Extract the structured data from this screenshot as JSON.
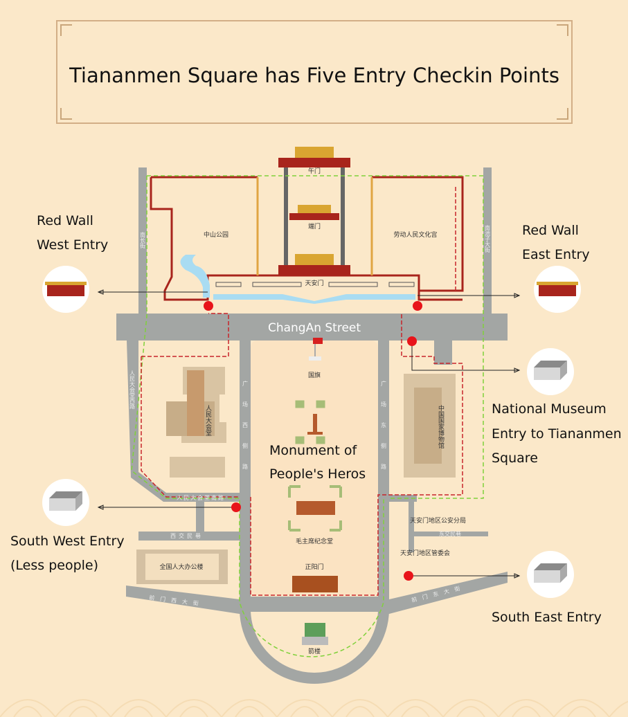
{
  "title": "Tiananmen Square has Five Entry Checkin Points",
  "colors": {
    "background": "#fbe8c9",
    "road": "#a3a6a4",
    "red_wall": "#a8241c",
    "entry_dot": "#e8141a",
    "green_route": "#7fd13a"
  },
  "street_main": "ChangAn Street",
  "monument_label": [
    "Monument of",
    "People's Heros"
  ],
  "entries": [
    {
      "lines": [
        "Red Wall",
        "West Entry"
      ],
      "icon": "gate-icon"
    },
    {
      "lines": [
        "Red Wall",
        "East Entry"
      ],
      "icon": "gate-icon"
    },
    {
      "lines": [
        "National Museum",
        "Entry to Tiananmen",
        "Square"
      ],
      "icon": "building-icon"
    },
    {
      "lines": [
        "South West Entry",
        "(Less people)"
      ],
      "icon": "building-icon"
    },
    {
      "lines": [
        "South East Entry"
      ],
      "icon": "building-icon"
    }
  ],
  "map_labels": {
    "wumen": "午门",
    "duanmen": "端门",
    "tiananmen": "天安门",
    "zhongshan_park": "中山公园",
    "workers_palace": "劳动人民文化宫",
    "nanchang_street": "南长街",
    "nanchizi_street": "南池子大街",
    "flag": "国旗",
    "great_hall": "人民大会堂",
    "great_hall_west_rd": "人民大会堂西路",
    "great_hall_south_rd": "人民大会堂南路",
    "museum": "中国国家博物馆",
    "square_west_rd": "广场西侧路",
    "square_east_rd": "广场东侧路",
    "mausoleum": "毛主席纪念堂",
    "zhengyangmen": "正阳门",
    "qianlou": "箭楼",
    "xijiaominxiang": "西交民巷",
    "dongjiaominxiang": "东交民巷",
    "npc_office": "全国人大办公楼",
    "police": "天安门地区公安分局",
    "committee": "天安门地区管委会",
    "qianmen_west": "前门西大街",
    "qianmen_east": "前门东大街"
  }
}
